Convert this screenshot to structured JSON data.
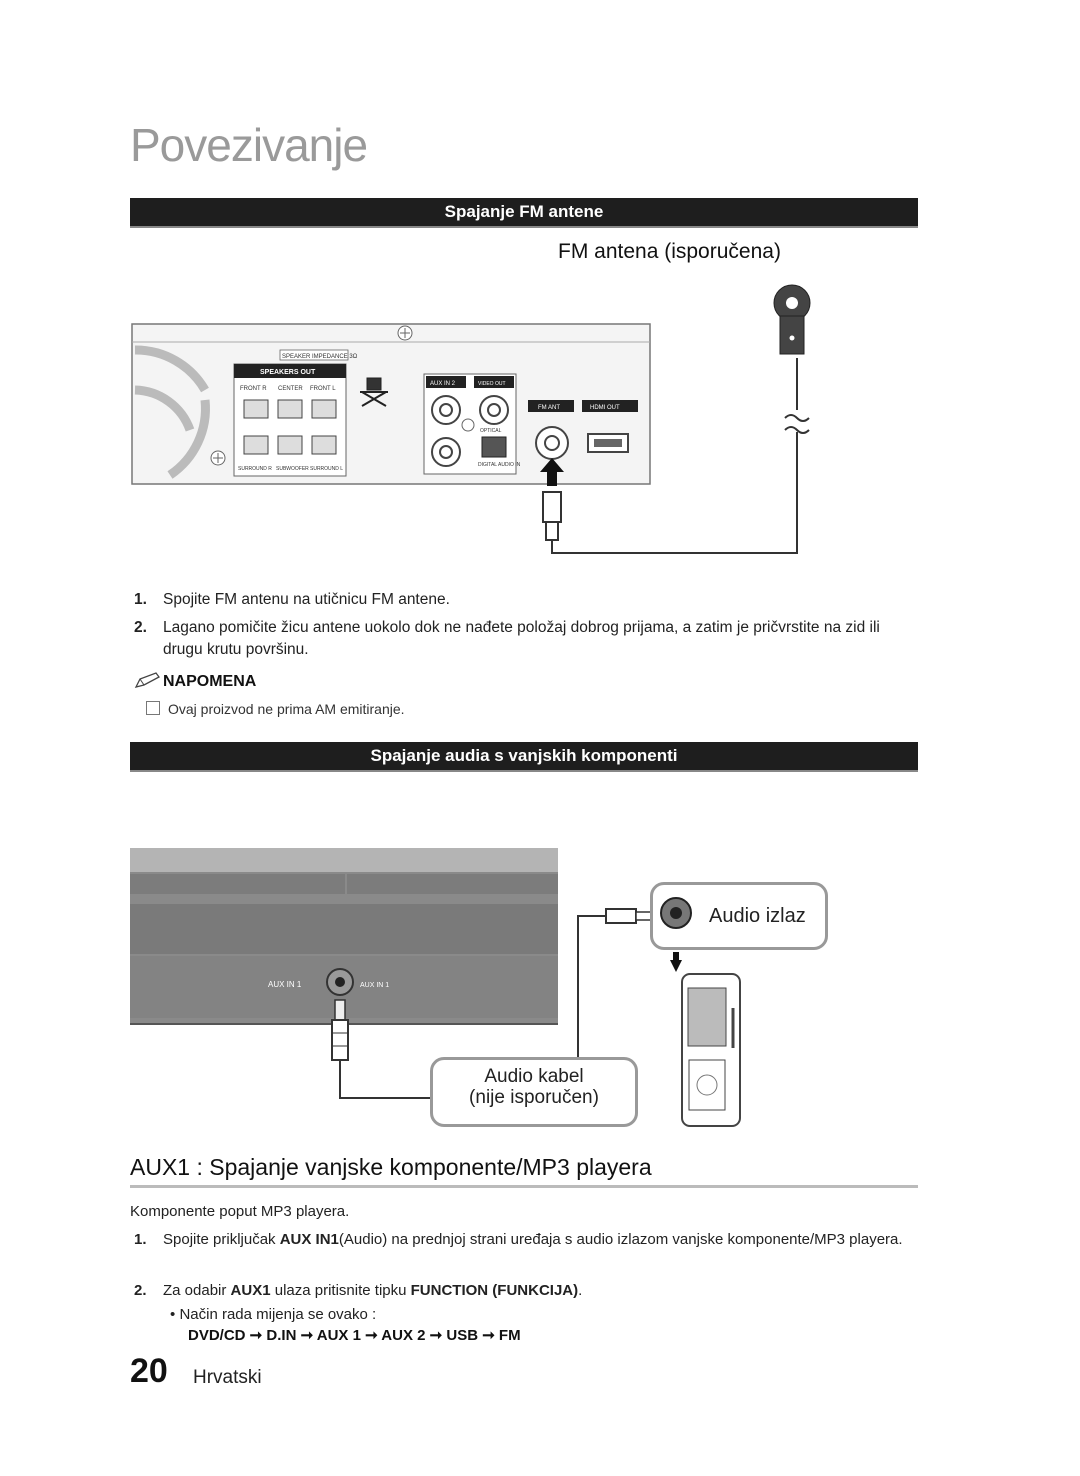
{
  "page_title": "Povezivanje",
  "fm_section": {
    "header": "Spajanje FM antene",
    "antenna_label": "FM antena (isporučena)",
    "panel_labels": {
      "speaker_impedance": "SPEAKER IMPEDANCE 3Ω",
      "speakers_out": "SPEAKERS OUT",
      "front_r": "FRONT R",
      "center": "CENTER",
      "front_l": "FRONT L",
      "surround_r": "SURROUND R",
      "subwoofer": "SUBWOOFER",
      "surround_l": "SURROUND L",
      "aux_in_2": "AUX IN 2",
      "video_out": "VIDEO OUT",
      "optical": "OPTICAL",
      "digital_audio_in": "DIGITAL AUDIO IN",
      "fm_ant": "FM ANT",
      "hdmi_out": "HDMI OUT"
    },
    "steps": [
      {
        "num": "1.",
        "text": "Spojite FM antenu na utičnicu FM antene."
      },
      {
        "num": "2.",
        "text": "Lagano pomičite žicu antene uokolo dok ne nađete položaj dobrog prijama, a zatim je pričvrstite na zid ili drugu krutu površinu."
      }
    ],
    "note_head": "NAPOMENA",
    "note_text": "Ovaj proizvod ne prima AM emitiranje."
  },
  "aux_section": {
    "header": "Spajanje audia s vanjskih komponenti",
    "aux_in_label_1": "AUX IN 1",
    "aux_in_label_2": "AUX IN 1",
    "audio_out_callout": "Audio izlaz",
    "cable_callout_line1": "Audio kabel",
    "cable_callout_line2": "(nije isporučen)",
    "title": "AUX1 : Spajanje vanjske komponente/MP3 playera",
    "intro": "Komponente poput MP3 playera.",
    "step1_num": "1.",
    "step1_pre": "Spojite priključak ",
    "step1_key": "AUX IN1",
    "step1_post": "(Audio) na prednjoj strani uređaja s audio izlazom vanjske komponente/MP3 playera.",
    "step2_num": "2.",
    "step2_pre": "Za odabir ",
    "step2_key1": "AUX1",
    "step2_mid": " ulaza pritisnite tipku ",
    "step2_key2": "FUNCTION (FUNKCIJA)",
    "step2_post": ".",
    "bullet": "Način rada mijenja se ovako :",
    "mode_flow": "DVD/CD ➞ D.IN ➞ AUX 1 ➞ AUX 2 ➞ USB  ➞ FM"
  },
  "footer": {
    "page_number": "20",
    "language": "Hrvatski"
  }
}
